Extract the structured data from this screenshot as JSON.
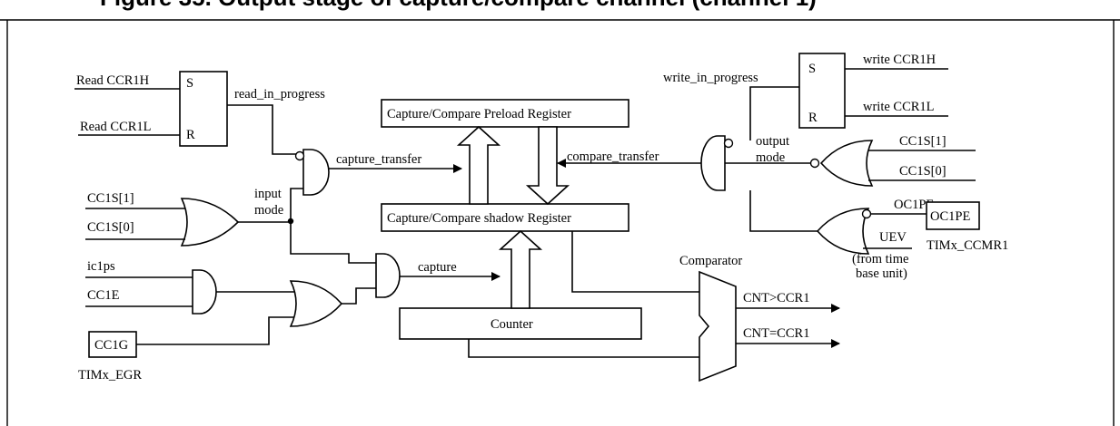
{
  "figure": {
    "cut_title": "Figure 35. Output stage of capture/compare channel (channel 1)"
  },
  "labels": {
    "read_ccr1h": "Read CCR1H",
    "read_ccr1l": "Read CCR1L",
    "s_left": "S",
    "r_left": "R",
    "read_in_progress": "read_in_progress",
    "capture_transfer": "capture_transfer",
    "cc1s1_left": "CC1S[1]",
    "cc1s0_left": "CC1S[0]",
    "input_mode_1": "input",
    "input_mode_2": "mode",
    "ic1ps": "ic1ps",
    "cc1e": "CC1E",
    "cc1g": "CC1G",
    "timx_egr": "TIMx_EGR",
    "capture": "capture",
    "preload_register": "Capture/Compare Preload Register",
    "shadow_register": "Capture/Compare shadow Register",
    "counter": "Counter",
    "compare_transfer": "compare_transfer",
    "write_in_progress": "write_in_progress",
    "s_right": "S",
    "r_right": "R",
    "write_ccr1h": "write CCR1H",
    "write_ccr1l": "write CCR1L",
    "output_mode_1": "output",
    "output_mode_2": "mode",
    "cc1s1_right": "CC1S[1]",
    "cc1s0_right": "CC1S[0]",
    "oc1pe_signal": "OC1PE",
    "oc1pe_box": "OC1PE",
    "timx_ccmr1": "TIMx_CCMR1",
    "uev": "UEV",
    "from_time_1": "(from time",
    "from_time_2": "base unit)",
    "comparator": "Comparator",
    "cnt_gt": "CNT>CCR1",
    "cnt_eq": "CNT=CCR1"
  }
}
